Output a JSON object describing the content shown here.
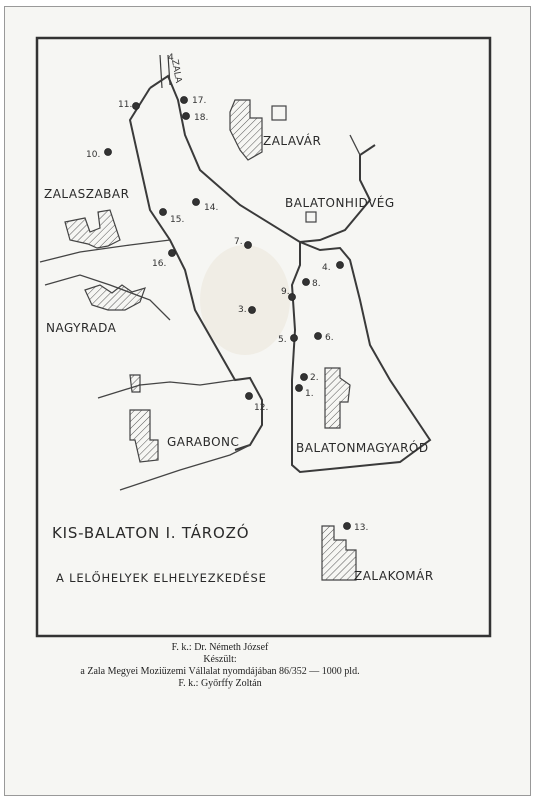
{
  "map": {
    "title": "KIS-BALATON I. TÁROZÓ",
    "subtitle": "A LELŐHELYEK ELHELYEZKEDÉSE",
    "river_label": "ZALA",
    "places": {
      "zalavar": "ZALAVÁR",
      "zalaszabar": "ZALASZABAR",
      "balatonhidveg": "BALATONHIDVÉG",
      "nagyrada": "NAGYRADA",
      "garabonc": "GARABONC",
      "balatonmagyarod": "BALATONMAGYARÓD",
      "zalakomar": "ZALAKOMÁR"
    },
    "sites": [
      "1.",
      "2.",
      "3.",
      "4.",
      "5.",
      "6.",
      "7.",
      "8.",
      "9.",
      "10.",
      "11.",
      "12.",
      "13.",
      "14.",
      "15.",
      "16.",
      "17.",
      "18."
    ]
  },
  "colophon": {
    "line1": "F. k.: Dr. Németh József",
    "line2": "Készült:",
    "line3": "a Zala Megyei Moziüzemi Vállalat nyomdájában 86/352 — 1000 pld.",
    "line4": "F. k.: Győrffy Zoltán"
  },
  "colors": {
    "ink": "#2a2a2a",
    "paper": "#f6f6f3"
  }
}
